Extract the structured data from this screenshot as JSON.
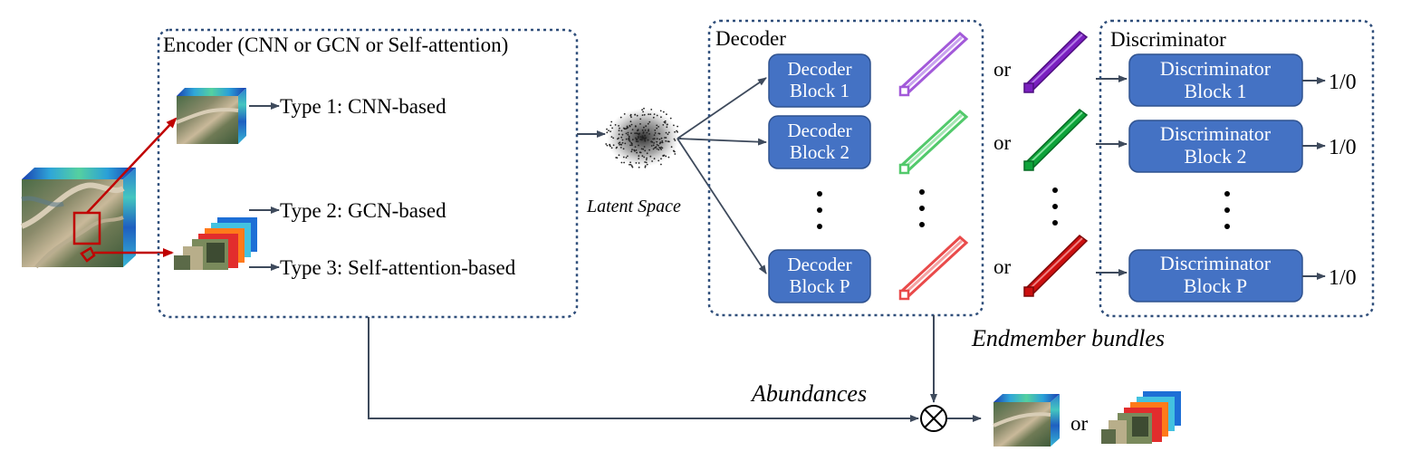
{
  "encoder": {
    "title": "Encoder (CNN or GCN or Self-attention)",
    "types": [
      "Type 1: CNN-based",
      "Type 2: GCN-based",
      "Type 3: Self-attention-based"
    ]
  },
  "latent": {
    "label": "Latent Space"
  },
  "decoder": {
    "title": "Decoder",
    "blocks": [
      {
        "line1": "Decoder",
        "line2": "Block 1",
        "color": "#a259d9"
      },
      {
        "line1": "Decoder",
        "line2": "Block 2",
        "color": "#52c96b"
      },
      {
        "line1": "Decoder",
        "line2": "Block P",
        "color": "#e94a4a"
      }
    ]
  },
  "bundles": {
    "or_label": "or",
    "caption": "Endmember bundles",
    "colors": [
      "#7a1fbf",
      "#0ea33a",
      "#cc0f0f"
    ]
  },
  "discriminator": {
    "title": "Discriminator",
    "blocks": [
      {
        "line1": "Discriminator",
        "line2": "Block 1",
        "output": "1/0"
      },
      {
        "line1": "Discriminator",
        "line2": "Block 2",
        "output": "1/0"
      },
      {
        "line1": "Discriminator",
        "line2": "Block P",
        "output": "1/0"
      }
    ]
  },
  "abundances": {
    "label": "Abundances"
  },
  "output": {
    "or_label": "or"
  },
  "colors": {
    "block_fill": "#4472c4",
    "block_stroke": "#2f528f",
    "dotted_border": "#2f4e7a",
    "arrow": "#3e4a5c",
    "red_arrow": "#c00000"
  }
}
